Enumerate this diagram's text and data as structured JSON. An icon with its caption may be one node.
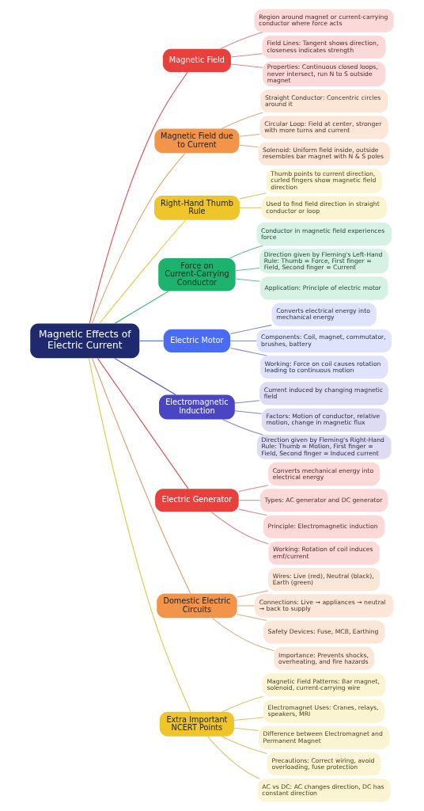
{
  "diagram": {
    "nodes": [
      {
        "text": [
          "Magnetic Effects of Electric Current"
        ]
      },
      {
        "text": [
          "Magnetic Field"
        ]
      },
      {
        "text": [
          "Region around magnet or current-carrying conductor where force acts"
        ]
      },
      {
        "text": [
          "Field Lines: Tangent shows direction, closeness indicates strength"
        ]
      },
      {
        "text": [
          "Properties: Continuous closed loops, never intersect, run N to S outside magnet"
        ]
      },
      {
        "text": [
          "Magnetic Field due to Current"
        ]
      },
      {
        "text": [
          "Straight Conductor: Concentric circles around it"
        ]
      },
      {
        "text": [
          "Circular Loop: Field at center, stronger with more turns and current"
        ]
      },
      {
        "text": [
          "Solenoid: Uniform field inside, outside resembles bar magnet with N & S poles"
        ]
      },
      {
        "text": [
          "Right-Hand Thumb Rule"
        ]
      },
      {
        "text": [
          "Thumb points to current direction, curled fingers show magnetic field direction"
        ]
      },
      {
        "text": [
          "Used to find field direction in straight conductor or loop"
        ]
      },
      {
        "text": [
          "Force on Current-Carrying Conductor"
        ]
      },
      {
        "text": [
          "Conductor in magnetic field experiences force"
        ]
      },
      {
        "text": [
          "Direction given by Fleming's Left-Hand Rule: Thumb = Force, First finger = Field, Second finger = Current"
        ]
      },
      {
        "text": [
          "Application: Principle of electric motor"
        ]
      },
      {
        "text": [
          "Electric Motor"
        ]
      },
      {
        "text": [
          "Converts electrical energy into mechanical energy"
        ]
      },
      {
        "text": [
          "Components: Coil, magnet, commutator, brushes, battery"
        ]
      },
      {
        "text": [
          "Working: Force on coil causes rotation leading to continuous motion"
        ]
      },
      {
        "text": [
          "Electromagnetic Induction"
        ]
      },
      {
        "text": [
          "Current induced by changing magnetic field"
        ]
      },
      {
        "text": [
          "Factors: Motion of conductor, relative motion, change in magnetic flux"
        ]
      },
      {
        "text": [
          "Direction given by Fleming's Right-Hand Rule: Thumb = Motion, First finger = Field, Second finger = Induced current"
        ]
      },
      {
        "text": [
          "Electric Generator"
        ]
      },
      {
        "text": [
          "Converts mechanical energy into electrical energy"
        ]
      },
      {
        "text": [
          "Types: AC generator and DC generator"
        ]
      },
      {
        "text": [
          "Principle: Electromagnetic induction"
        ]
      },
      {
        "text": [
          "Working: Rotation of coil induces emf/current"
        ]
      },
      {
        "text": [
          "Domestic Electric Circuits"
        ]
      },
      {
        "text": [
          "Wires: Live (red), Neutral (black), Earth (green)"
        ]
      },
      {
        "text": [
          "Connections: Live → appliances → neutral → back to supply"
        ]
      },
      {
        "text": [
          "Safety Devices: Fuse, MCB, Earthing"
        ]
      },
      {
        "text": [
          "Importance: Prevents shocks, overheating, and fire hazards"
        ]
      },
      {
        "text": [
          "Extra Important NCERT Points"
        ]
      },
      {
        "text": [
          "Magnetic Field Patterns: Bar magnet, solenoid, current-carrying wire"
        ]
      },
      {
        "text": [
          "Electromagnet Uses: Cranes, relays, speakers, MRI"
        ]
      },
      {
        "text": [
          "Difference between Electromagnet and Permanent Magnet"
        ]
      },
      {
        "text": [
          "Precautions: Correct wiring, avoid overloading, fuse protection"
        ]
      },
      {
        "text": [
          "AC vs DC: AC changes direction, DC has constant direction"
        ]
      }
    ],
    "edges": [
      {
        "from": 0,
        "to": 1,
        "arrow": "none",
        "color": "#e0483f"
      },
      {
        "from": 1,
        "to": 2,
        "arrow": "none",
        "color": "#d88a88"
      },
      {
        "from": 1,
        "to": 3,
        "arrow": "none",
        "color": "#d88a88"
      },
      {
        "from": 1,
        "to": 4,
        "arrow": "none",
        "color": "#d88a88"
      },
      {
        "from": 0,
        "to": 5,
        "arrow": "none",
        "color": "#e8a060"
      },
      {
        "from": 5,
        "to": 6,
        "arrow": "none",
        "color": "#d9a77e"
      },
      {
        "from": 5,
        "to": 7,
        "arrow": "none",
        "color": "#d9a77e"
      },
      {
        "from": 5,
        "to": 8,
        "arrow": "none",
        "color": "#d9a77e"
      },
      {
        "from": 0,
        "to": 9,
        "arrow": "none",
        "color": "#e2c63a"
      },
      {
        "from": 9,
        "to": 10,
        "arrow": "none",
        "color": "#d9c36a"
      },
      {
        "from": 9,
        "to": 11,
        "arrow": "none",
        "color": "#d9c36a"
      },
      {
        "from": 0,
        "to": 12,
        "arrow": "none",
        "color": "#1aa866"
      },
      {
        "from": 12,
        "to": 13,
        "arrow": "none",
        "color": "#5cbf95"
      },
      {
        "from": 12,
        "to": 14,
        "arrow": "none",
        "color": "#5cbf95"
      },
      {
        "from": 12,
        "to": 15,
        "arrow": "none",
        "color": "#5cbf95"
      },
      {
        "from": 0,
        "to": 16,
        "arrow": "none",
        "color": "#4d6be0"
      },
      {
        "from": 16,
        "to": 17,
        "arrow": "none",
        "color": "#7f8fcf"
      },
      {
        "from": 16,
        "to": 18,
        "arrow": "none",
        "color": "#7f8fcf"
      },
      {
        "from": 16,
        "to": 19,
        "arrow": "none",
        "color": "#7f8fcf"
      },
      {
        "from": 0,
        "to": 20,
        "arrow": "none",
        "color": "#4b4fae"
      },
      {
        "from": 20,
        "to": 21,
        "arrow": "none",
        "color": "#7f82c0"
      },
      {
        "from": 20,
        "to": 22,
        "arrow": "none",
        "color": "#7f82c0"
      },
      {
        "from": 20,
        "to": 23,
        "arrow": "none",
        "color": "#7f82c0"
      },
      {
        "from": 0,
        "to": 24,
        "arrow": "none",
        "color": "#d94a45"
      },
      {
        "from": 24,
        "to": 25,
        "arrow": "none",
        "color": "#d98a88"
      },
      {
        "from": 24,
        "to": 26,
        "arrow": "none",
        "color": "#d98a88"
      },
      {
        "from": 24,
        "to": 27,
        "arrow": "none",
        "color": "#d98a88"
      },
      {
        "from": 24,
        "to": 28,
        "arrow": "none",
        "color": "#d98a88"
      },
      {
        "from": 0,
        "to": 29,
        "arrow": "none",
        "color": "#d99a68"
      },
      {
        "from": 29,
        "to": 30,
        "arrow": "none",
        "color": "#d9ad85"
      },
      {
        "from": 29,
        "to": 31,
        "arrow": "none",
        "color": "#d9ad85"
      },
      {
        "from": 29,
        "to": 32,
        "arrow": "none",
        "color": "#d9ad85"
      },
      {
        "from": 29,
        "to": 33,
        "arrow": "none",
        "color": "#d9ad85"
      },
      {
        "from": 0,
        "to": 34,
        "arrow": "none",
        "color": "#d8c63a"
      },
      {
        "from": 34,
        "to": 35,
        "arrow": "none",
        "color": "#d4c56a"
      },
      {
        "from": 34,
        "to": 36,
        "arrow": "none",
        "color": "#d4c56a"
      },
      {
        "from": 34,
        "to": 37,
        "arrow": "none",
        "color": "#d4c56a"
      },
      {
        "from": 34,
        "to": 38,
        "arrow": "none",
        "color": "#d4c56a"
      },
      {
        "from": 34,
        "to": 39,
        "arrow": "none",
        "color": "#d4c56a"
      }
    ]
  }
}
